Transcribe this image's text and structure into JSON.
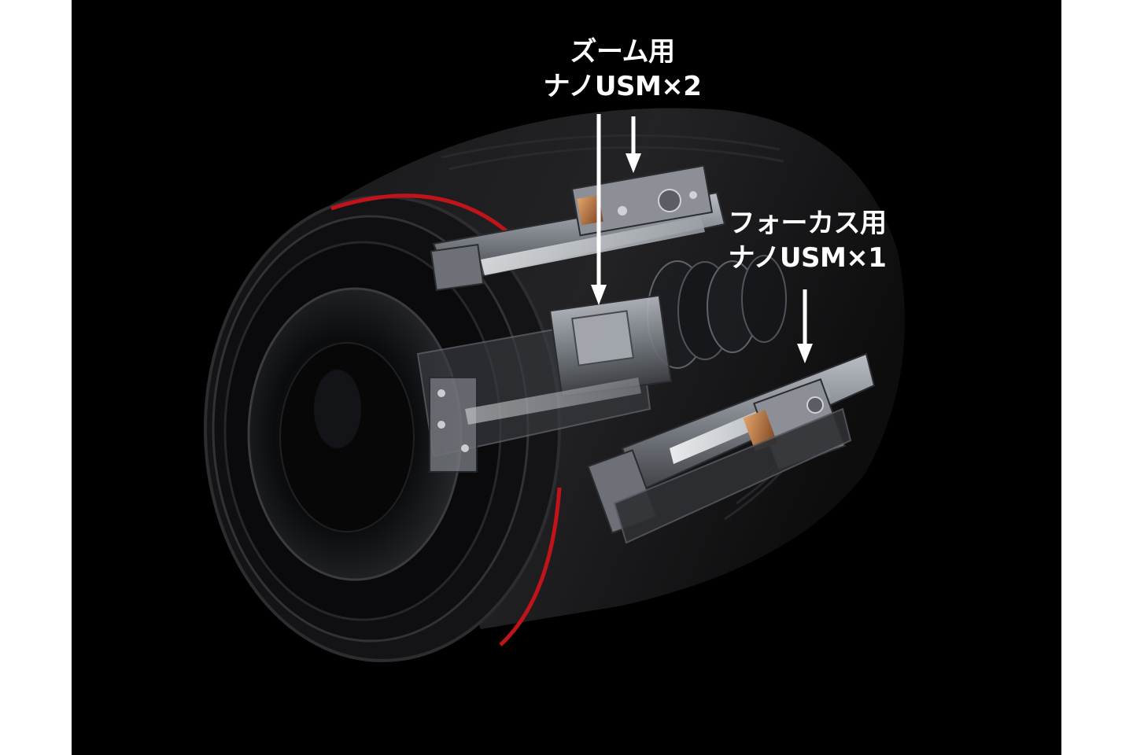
{
  "callouts": {
    "zoom": {
      "line1": "ズーム用",
      "line2": "ナノUSM×2"
    },
    "focus": {
      "line1": "フォーカス用",
      "line2": "ナノUSM×1"
    }
  },
  "colors": {
    "background": "#000000",
    "page_margin": "#ffffff",
    "label_text": "#ffffff",
    "arrow": "#ffffff",
    "lens_red_ring": "#c0141a",
    "copper_coil": "#b8743a",
    "metal": "#8a8f96"
  },
  "illustration": "lens-cutaway"
}
